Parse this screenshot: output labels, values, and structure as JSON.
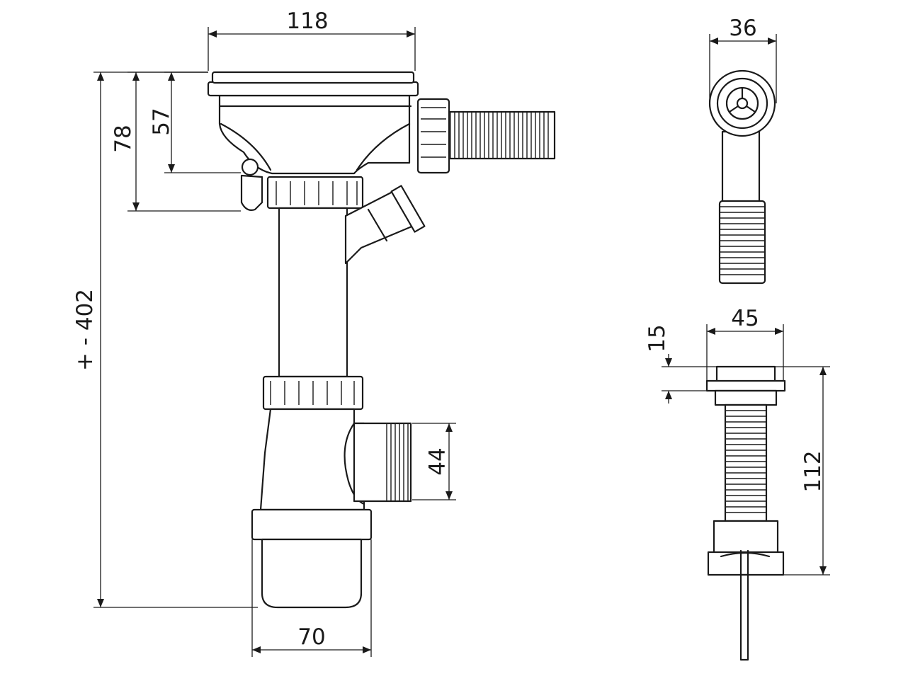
{
  "dimensions": {
    "top_width": "118",
    "overall_height": "+ - 402",
    "height_78": "78",
    "height_57": "57",
    "outlet_44": "44",
    "bottom_width": "70",
    "strainer_width": "36",
    "waste_width": "45",
    "waste_cap_15": "15",
    "waste_length": "112"
  }
}
